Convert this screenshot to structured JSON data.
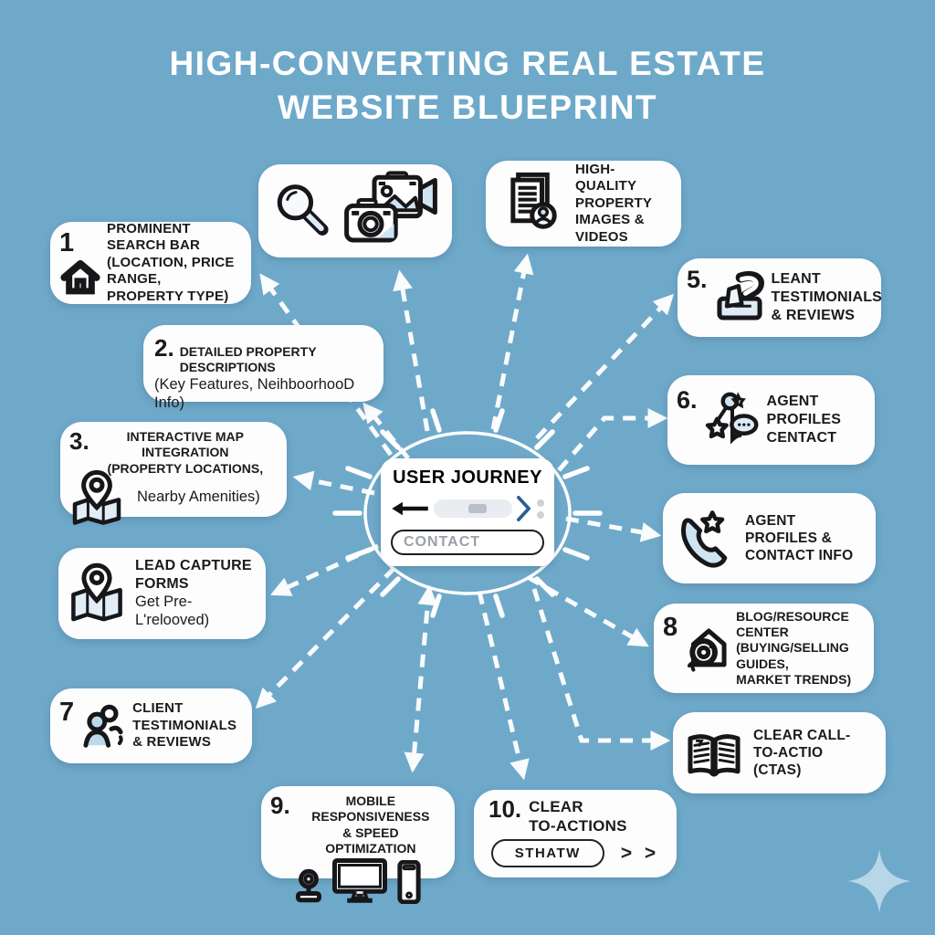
{
  "title": {
    "line1": "HIGH-CONVERTING REAL ESTATE",
    "line2": "WEBSITE BLUEPRINT"
  },
  "hub": {
    "title": "USER JOURNEY",
    "contact_label": "CONTACT",
    "icons": [
      "left-arrow-icon",
      "progress-pill",
      "right-chevron-icon"
    ]
  },
  "cards": {
    "media": {
      "icons": [
        "magnifier-icon",
        "camera-video-icon"
      ]
    },
    "images_videos": {
      "icon": "documents-person-icon",
      "label": "HIGH-QUALITY PROPERTY IMAGES & VIDEOS"
    },
    "search_bar": {
      "number": "1",
      "icon": "house-icon",
      "lines": [
        "PROMINENT SEARCH BAR",
        "(LOCATION, PRICE RANGE,",
        "PROPERTY TYPE)"
      ]
    },
    "descriptions": {
      "number": "2.",
      "title": "DETAILED PROPERTY DESCRIPTIONS",
      "subtitle": "(Key Features, NeihboorhooD Info)"
    },
    "map_integration": {
      "number": "3.",
      "icon": "map-pin-icon",
      "lines": [
        "INTERACTIVE MAP INTEGRATION",
        "(PROPERTY LOCATIONS,"
      ],
      "subtitle": "Nearby Amenities)"
    },
    "lead_capture": {
      "icon": "map-pin-icon",
      "lines": [
        "LEAD CAPTURE FORMS",
        "Get Pre-L'relooved)"
      ]
    },
    "testimonials_left": {
      "number": "7",
      "icon": "people-icon",
      "label": "CLIENT TESTIMONIALS & REVIEWS"
    },
    "testimonials_right": {
      "number": "5.",
      "icon": "hand-form-icon",
      "label": "LEANT TESTIMONIALS & REVIEWS"
    },
    "agent_profiles": {
      "number": "6.",
      "icon": "person-star-chat-icon",
      "lines": [
        "AGENT PROFILES",
        "CENTACT"
      ]
    },
    "contact_info": {
      "icon": "phone-star-icon",
      "lines": [
        "AGENT PROFILES &",
        "CONTACT INFO"
      ]
    },
    "blog_center": {
      "number": "8",
      "icon": "camera-house-icon",
      "lines": [
        "BLOG/RESOURCE CENTER",
        "(BUYING/SELLING GUIDES,",
        "MARKET TRENDS)"
      ]
    },
    "ctas_right": {
      "icon": "open-book-icon",
      "lines": [
        "CLEAR CALL-TO-ACTIO",
        "(CTAS)"
      ]
    },
    "mobile": {
      "number": "9.",
      "lines": [
        "MOBILE RESPONSIVENESS",
        "& SPEED OPTIMIZATION"
      ],
      "icons": [
        "webcam-icon",
        "monitor-icon",
        "smartphone-icon"
      ]
    },
    "ctas_bottom": {
      "number": "10.",
      "lines": [
        "CLEAR",
        "TO-ACTIONS"
      ],
      "button_label": "STHATW",
      "chevrons": "> >"
    }
  },
  "colors": {
    "background": "#6FA9CA",
    "card": "#FDFDFE",
    "ink": "#1B1B1D",
    "accent_light_blue": "#CFE4F2",
    "chevron_blue": "#2B5E8E",
    "sparkle": "#B7D7E8"
  }
}
